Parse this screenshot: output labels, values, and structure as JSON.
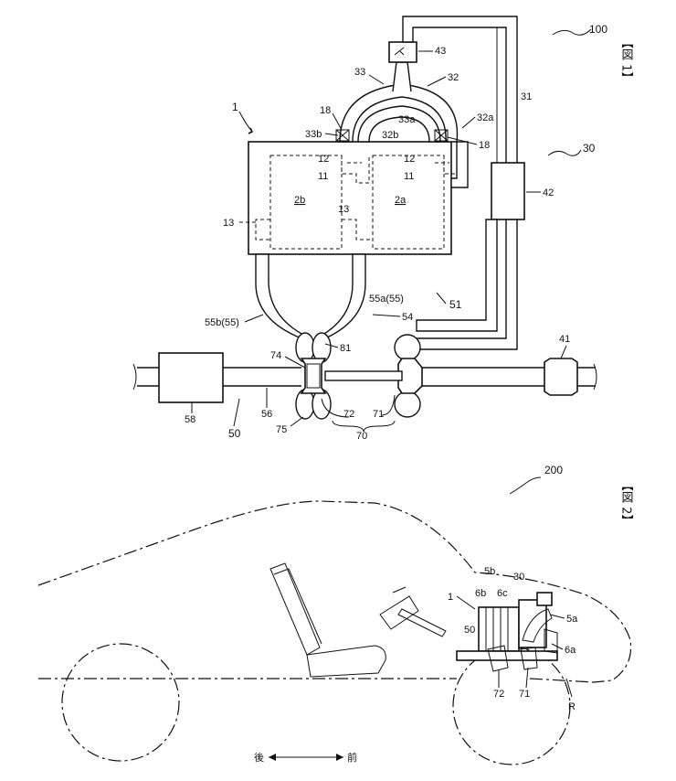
{
  "figure1": {
    "label": "【図 1】",
    "ref_system": "100",
    "ref_engine": "1",
    "ref_cylinder_a": "2a",
    "ref_cylinder_b": "2b",
    "ref_11": "11",
    "ref_12": "12",
    "ref_13": "13",
    "ref_18": "18",
    "ref_30": "30",
    "ref_31": "31",
    "ref_32": "32",
    "ref_32a": "32a",
    "ref_32b": "32b",
    "ref_33": "33",
    "ref_33a": "33a",
    "ref_33b": "33b",
    "ref_41": "41",
    "ref_42": "42",
    "ref_43": "43",
    "ref_50": "50",
    "ref_51": "51",
    "ref_54": "54",
    "ref_55a": "55a(55)",
    "ref_55b": "55b(55)",
    "ref_56": "56",
    "ref_58": "58",
    "ref_70": "70",
    "ref_71": "71",
    "ref_72": "72",
    "ref_74": "74",
    "ref_75": "75",
    "ref_81": "81"
  },
  "figure2": {
    "label": "【図 2】",
    "ref_vehicle": "200",
    "ref_engine": "1",
    "ref_5a": "5a",
    "ref_5b": "5b",
    "ref_6a": "6a",
    "ref_6b": "6b",
    "ref_6c": "6c",
    "ref_30": "30",
    "ref_50": "50",
    "ref_71": "71",
    "ref_72": "72",
    "ref_R": "R",
    "direction_rear": "後",
    "direction_front": "前"
  }
}
